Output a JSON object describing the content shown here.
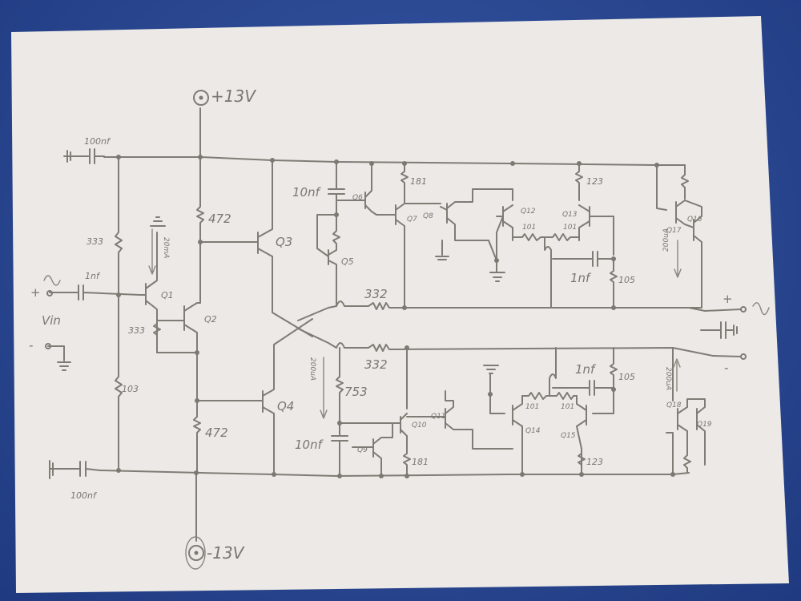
{
  "supply": {
    "positive": "+13V",
    "negative": "-13V"
  },
  "input": {
    "label": "Vin",
    "plus": "+",
    "minus": "-"
  },
  "capacitors": {
    "top_bypass": "100nf",
    "bottom_bypass": "100nf",
    "input_coupling": "1nf",
    "comp_upper": "10nf",
    "comp_lower": "10nf",
    "diff_upper": "1nf",
    "diff_lower": "1nf"
  },
  "resistors": {
    "r_bias_top": "333",
    "r_emitter_q2": "333",
    "r_bias_bottom": "103",
    "r_q3": "472",
    "r_q4": "472",
    "r_q5_collector": "753",
    "r_upper_feed": "332",
    "r_lower_feed": "332",
    "r_q7_emitter": "181",
    "r_q10_emitter": "181",
    "r_upper_tail": "123",
    "r_lower_tail": "123",
    "r_upper_degen_a": "101",
    "r_upper_degen_b": "101",
    "r_lower_degen_a": "101",
    "r_lower_degen_b": "101",
    "r_upper_105": "105",
    "r_lower_105": "105"
  },
  "currents": {
    "q1_current": "20mA",
    "upper_stage": "200uA",
    "right_upper": "200uA",
    "right_lower": "200uA"
  },
  "transistors": {
    "q1": "Q1",
    "q2": "Q2",
    "q3": "Q3",
    "q4": "Q4",
    "q5": "Q5",
    "q6": "Q6",
    "q7": "Q7",
    "q8": "Q8",
    "q9": "Q9",
    "q10": "Q10",
    "q11": "Q11",
    "q12": "Q12",
    "q13": "Q13",
    "q14": "Q14",
    "q15": "Q15",
    "q16": "Q16",
    "q17": "Q17",
    "q18": "Q18",
    "q19": "Q19"
  },
  "output": {
    "plus": "+",
    "minus": "-"
  }
}
